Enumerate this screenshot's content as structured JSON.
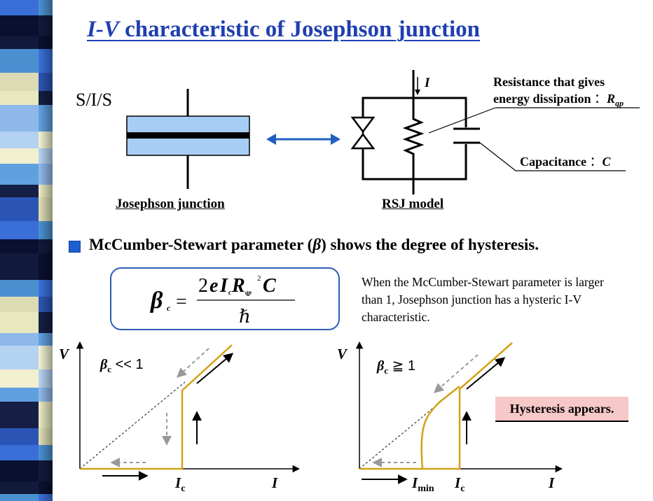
{
  "title": {
    "italic": "I-V",
    "rest": " characteristic  of Josephson  junction"
  },
  "top": {
    "sis_label": "S/I/S",
    "jj_label": "Josephson junction",
    "rsj_label": "RSJ model",
    "current_label": "I",
    "resistance_note_line1": "Resistance that gives",
    "resistance_note_line2": "energy dissipation",
    "resistance_sep": "：",
    "resistance_symbol": "R",
    "resistance_sub": "qp",
    "capacitance_note": "Capacitance",
    "capacitance_sep": "：",
    "capacitance_symbol": "C"
  },
  "bullet": {
    "text_before": "McCumber-Stewart parameter (",
    "beta": "β",
    "text_after": ") shows the degree of hysteresis."
  },
  "formula": {
    "lhs": "β",
    "lhs_sub": "c",
    "eq": "=",
    "num_2": "2",
    "num_e": "e",
    "num_I": "I",
    "num_I_sub": "c",
    "num_R": "R",
    "num_R_sub": "qp",
    "num_R_sup": "2",
    "num_C": "C",
    "den": "ℏ"
  },
  "explanation": " When the McCumber-Stewart  parameter is larger than 1, Josephson junction has a hysteric I-V characteristic.",
  "graphs": {
    "left": {
      "y_label": "V",
      "x_label": "I",
      "ic_label": "I",
      "ic_sub": "c",
      "beta_label": "β",
      "beta_sub": "c",
      "cond": "<< 1"
    },
    "right": {
      "y_label": "V",
      "x_label": "I",
      "ic_label": "I",
      "ic_sub": "c",
      "imin_label": "I",
      "imin_sub": "min",
      "beta_label": "β",
      "beta_sub": "c",
      "cond": "≧ 1"
    }
  },
  "hysteresis_note": "Hysteresis appears.",
  "colors": {
    "title": "#1f3fb0",
    "curve": "#d4a017",
    "arrow_blue": "#1f5fc0",
    "junction_fill": "#a8cdf5",
    "formula_border": "#2d5db8",
    "highlight": "#f6c8c8"
  }
}
